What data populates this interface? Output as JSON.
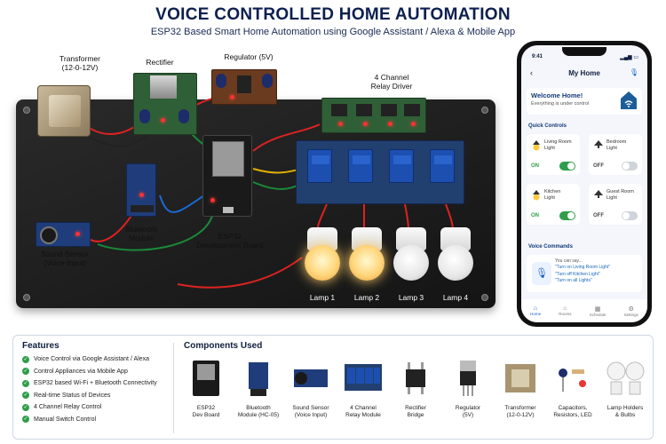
{
  "header": {
    "title": "VOICE CONTROLLED HOME AUTOMATION",
    "subtitle": "ESP32 Based Smart Home Automation using Google Assistant / Alexa & Mobile App"
  },
  "hardware": {
    "transformer_label": "Transformer\n(12-0-12V)",
    "rectifier_label": "Rectifier",
    "regulator_label": "Regulator (5V)",
    "relay_label": "4 Channel\nRelay Driver",
    "bluetooth_label": "Bluetooth\nModule",
    "esp32_label": "ESP32\nDevelopment Board",
    "sound_label": "Sound Sensor\n(Voice Input)",
    "lamps": [
      {
        "label": "Lamp 1",
        "on": true
      },
      {
        "label": "Lamp 2",
        "on": true
      },
      {
        "label": "Lamp 3",
        "on": false
      },
      {
        "label": "Lamp 4",
        "on": false
      }
    ]
  },
  "phone": {
    "time": "9:41",
    "app_title": "My Home",
    "welcome_title": "Welcome Home!",
    "welcome_sub": "Everything is under control",
    "quick_controls_label": "Quick Controls",
    "devices": [
      {
        "name": "Living Room\nLight",
        "state": "ON",
        "on": true
      },
      {
        "name": "Bedroom\nLight",
        "state": "OFF",
        "on": false
      },
      {
        "name": "Kitchen\nLight",
        "state": "ON",
        "on": true
      },
      {
        "name": "Guest Room\nLight",
        "state": "OFF",
        "on": false
      }
    ],
    "voice_label": "Voice Commands",
    "voice_hint": "You can say...",
    "voice_commands": [
      "\"Turn on Living Room Light\"",
      "\"Turn off Kitchen Light\"",
      "\"Turn on all Lights\""
    ],
    "tabs": [
      {
        "label": "Home",
        "icon": "⌂",
        "active": true
      },
      {
        "label": "Rooms",
        "icon": "⌂",
        "active": false
      },
      {
        "label": "Schedule",
        "icon": "▦",
        "active": false
      },
      {
        "label": "Settings",
        "icon": "⚙",
        "active": false
      }
    ]
  },
  "features": {
    "heading": "Features",
    "items": [
      "Voice Control via Google Assistant / Alexa",
      "Control Appliances via Mobile App",
      "ESP32 based Wi-Fi + Bluetooth Connectivity",
      "Real-time Status of Devices",
      "4 Channel Relay Control",
      "Manual Switch Control"
    ]
  },
  "components": {
    "heading": "Components Used",
    "items": [
      "ESP32\nDev Board",
      "Bluetooth\nModule (HC-05)",
      "Sound Sensor\n(Voice Input)",
      "4 Channel\nRelay Module",
      "Rectifier\nBridge",
      "Regulator\n(5V)",
      "Transformer\n(12-0-12V)",
      "Capacitors,\nResistors, LED",
      "Lamp Holders\n& Bulbs"
    ]
  },
  "colors": {
    "title": "#0c1f4f",
    "accent": "#1565c0",
    "on_green": "#2e9e4a",
    "off_gray": "#cfd3da"
  }
}
